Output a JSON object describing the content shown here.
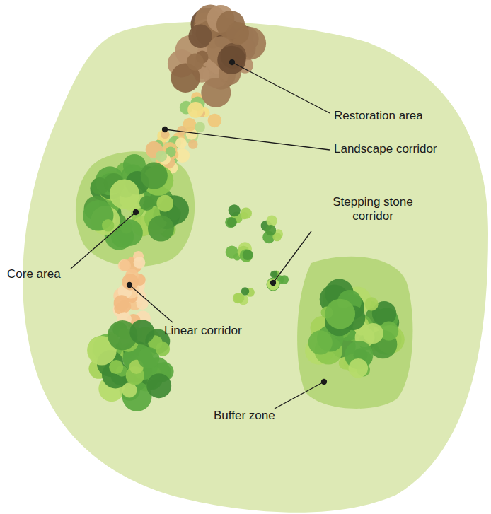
{
  "diagram": {
    "labels": [
      "Restoration area",
      "Landscape corridor",
      "Stepping stone corridor",
      "Core area",
      "Linear corridor",
      "Buffer zone"
    ]
  }
}
